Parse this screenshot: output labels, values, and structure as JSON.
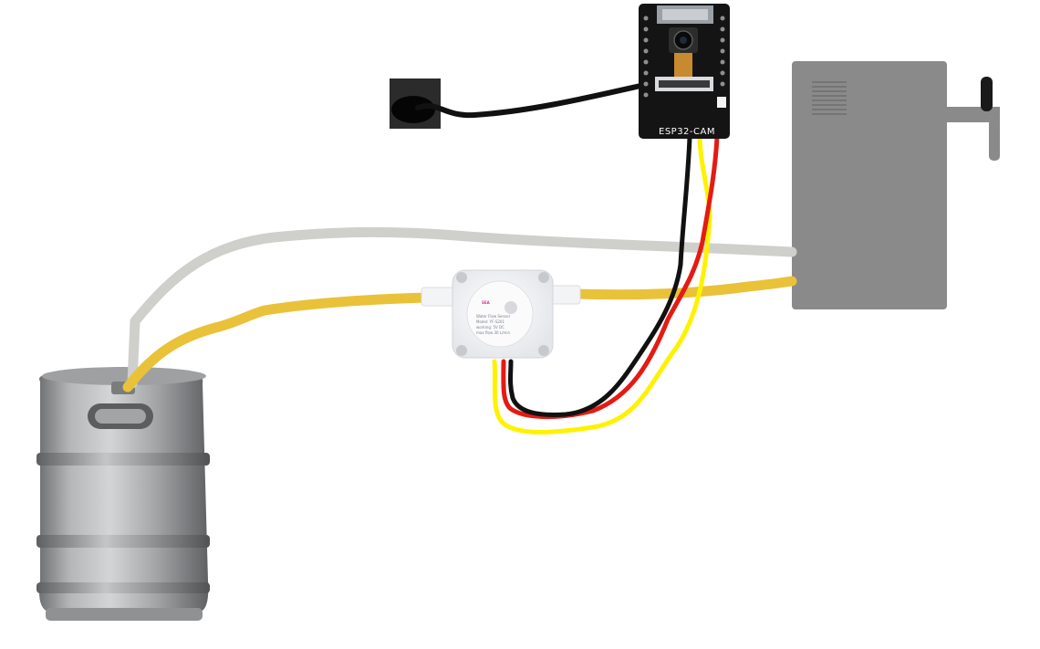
{
  "esp32": {
    "label": "ESP32-CAM"
  },
  "flow_sensor": {
    "logo_text": "SEA",
    "line1": "Water Flow Sensor",
    "line2": "Model: YF-S201",
    "line3": "working: 5V DC",
    "line4": "max flow 30 L/min"
  },
  "colors": {
    "tube_gray": "#cfcfcc",
    "tube_beer": "#e9c23a",
    "wire_red": "#e41b13",
    "wire_black": "#111111",
    "wire_yellow": "#fff200",
    "tap_body": "#8a8a8a",
    "board": "#141414"
  }
}
